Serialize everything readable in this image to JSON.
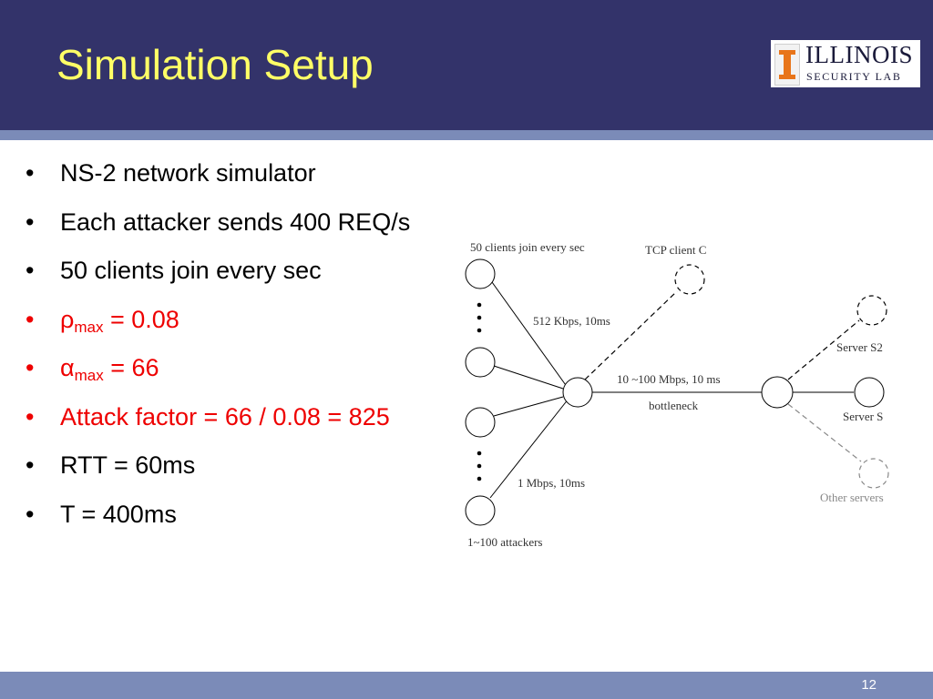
{
  "slide": {
    "title": "Simulation Setup",
    "page_number": "12",
    "logo": {
      "line1": "ILLINOIS",
      "line2": "SECURITY LAB"
    }
  },
  "bullets": [
    {
      "text": "NS-2 network simulator"
    },
    {
      "text": "Each attacker sends 400 REQ/s"
    },
    {
      "text": "50 clients join every sec"
    },
    {
      "symbol": "ρ",
      "sub": "max",
      "rest": " = 0.08"
    },
    {
      "symbol": "α",
      "sub": "max",
      "rest": " = 66"
    },
    {
      "text": "Attack factor = 66 / 0.08 = 825"
    },
    {
      "text": "RTT = 60ms"
    },
    {
      "text": "T = 400ms"
    }
  ],
  "bullet_glyph": "•",
  "colors": {
    "header_bg": "#33336a",
    "title": "#ffff66",
    "stripe": "#7b8bb8",
    "highlight_text": "#ee0000",
    "other_servers": "#888888"
  },
  "diagram": {
    "labels": {
      "clients": "50 clients join every sec",
      "tcp_client": "TCP client C",
      "client_link": "512 Kbps, 10ms",
      "bottleneck_spec": "10 ~100 Mbps, 10 ms",
      "bottleneck": "bottleneck",
      "attacker_link": "1 Mbps, 10ms",
      "attackers": "1~100 attackers",
      "server_s2": "Server S2",
      "server_s": "Server S",
      "other_servers": "Other servers"
    },
    "nodes": [
      {
        "id": "client-top",
        "style": "solid"
      },
      {
        "id": "client-bottom",
        "style": "solid"
      },
      {
        "id": "attacker-top",
        "style": "solid"
      },
      {
        "id": "attacker-bottom",
        "style": "solid"
      },
      {
        "id": "router-left",
        "style": "solid"
      },
      {
        "id": "router-right",
        "style": "solid"
      },
      {
        "id": "tcp-client-c",
        "style": "dashed"
      },
      {
        "id": "server-s2",
        "style": "dashed"
      },
      {
        "id": "server-s",
        "style": "solid"
      },
      {
        "id": "other-server",
        "style": "dashed-gray"
      }
    ]
  }
}
